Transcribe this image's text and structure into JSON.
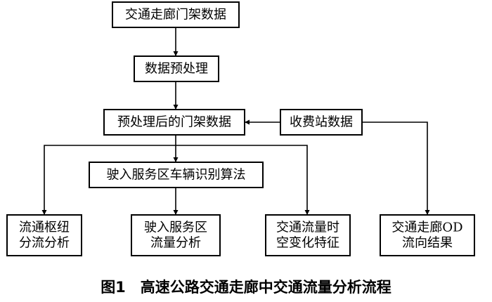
{
  "nodes": {
    "gantry_data": [
      "交通走廊门架数据"
    ],
    "preprocess": [
      "数据预处理"
    ],
    "processed_gantry": [
      "预处理后的门架数据"
    ],
    "toll_station": [
      "收费站数据"
    ],
    "service_area_algo": [
      "驶入服务区车辆识别算法"
    ],
    "hub_analysis": [
      "流通枢纽",
      "分流分析"
    ],
    "service_area_flow": [
      "驶入服务区",
      "流量分析"
    ],
    "spatiotemporal": [
      "交通流量时",
      "空变化特征"
    ],
    "od_result": [
      "交通走廊OD",
      "流向结果"
    ]
  },
  "caption": "图1　高速公路交通走廊中交通流量分析流程"
}
